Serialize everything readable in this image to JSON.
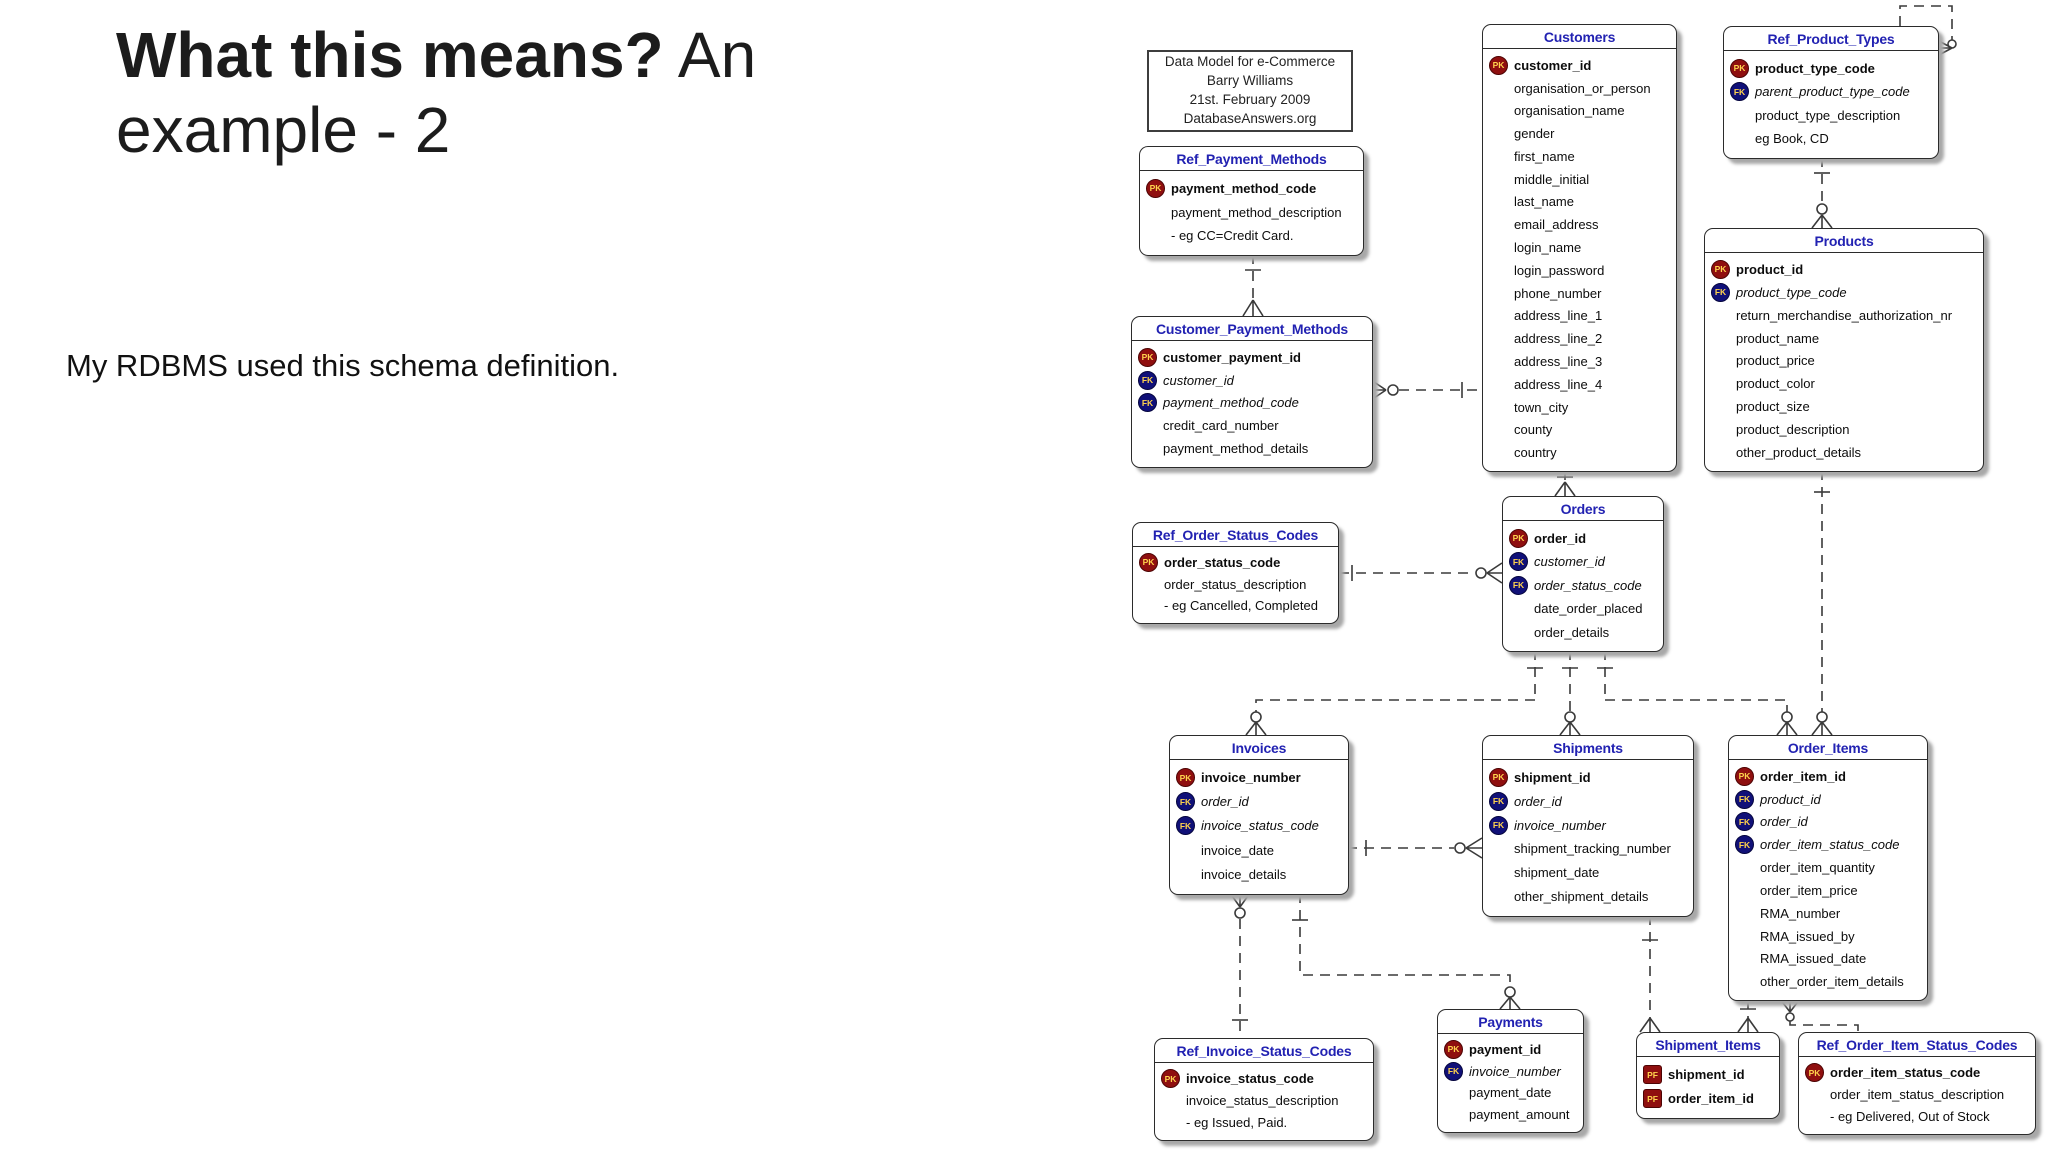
{
  "slide": {
    "title_bold": "What this means?",
    "title_rest": " An example - 2",
    "body_text": "My RDBMS used this schema definition."
  },
  "note_box": {
    "lines": [
      "Data Model for e-Commerce",
      "Barry Williams",
      "21st. February 2009",
      "DatabaseAnswers.org"
    ]
  },
  "colors": {
    "entity_title_blue": "#2222b2",
    "pk_badge_red": "#8f0f0f",
    "fk_badge_blue": "#101078",
    "pf_badge_red": "#8f0f0f",
    "badge_text_yellow": "#ffd34d",
    "connector_gray": "#3a3a3a"
  },
  "legend": {
    "pk_label": "PK",
    "fk_label": "FK",
    "pf_label": "PF"
  },
  "entities": [
    {
      "id": "ref_payment_methods",
      "title": "Ref_Payment_Methods",
      "rows": [
        {
          "k": "pk",
          "t": "payment_method_code"
        },
        {
          "k": "",
          "t": "payment_method_description"
        },
        {
          "k": "",
          "t": "- eg CC=Credit Card."
        }
      ]
    },
    {
      "id": "customer_payment_methods",
      "title": "Customer_Payment_Methods",
      "rows": [
        {
          "k": "pk",
          "t": "customer_payment_id"
        },
        {
          "k": "fk",
          "t": "customer_id"
        },
        {
          "k": "fk",
          "t": "payment_method_code"
        },
        {
          "k": "",
          "t": "credit_card_number"
        },
        {
          "k": "",
          "t": "payment_method_details"
        }
      ]
    },
    {
      "id": "ref_order_status_codes",
      "title": "Ref_Order_Status_Codes",
      "rows": [
        {
          "k": "pk",
          "t": "order_status_code"
        },
        {
          "k": "",
          "t": "order_status_description"
        },
        {
          "k": "",
          "t": "- eg Cancelled, Completed"
        }
      ]
    },
    {
      "id": "customers",
      "title": "Customers",
      "rows": [
        {
          "k": "pk",
          "t": "customer_id"
        },
        {
          "k": "",
          "t": "organisation_or_person"
        },
        {
          "k": "",
          "t": "organisation_name"
        },
        {
          "k": "",
          "t": "gender"
        },
        {
          "k": "",
          "t": "first_name"
        },
        {
          "k": "",
          "t": "middle_initial"
        },
        {
          "k": "",
          "t": "last_name"
        },
        {
          "k": "",
          "t": "email_address"
        },
        {
          "k": "",
          "t": "login_name"
        },
        {
          "k": "",
          "t": "login_password"
        },
        {
          "k": "",
          "t": "phone_number"
        },
        {
          "k": "",
          "t": "address_line_1"
        },
        {
          "k": "",
          "t": "address_line_2"
        },
        {
          "k": "",
          "t": "address_line_3"
        },
        {
          "k": "",
          "t": "address_line_4"
        },
        {
          "k": "",
          "t": "town_city"
        },
        {
          "k": "",
          "t": "county"
        },
        {
          "k": "",
          "t": "country"
        }
      ]
    },
    {
      "id": "ref_product_types",
      "title": "Ref_Product_Types",
      "rows": [
        {
          "k": "pk",
          "t": "product_type_code"
        },
        {
          "k": "fk",
          "t": "parent_product_type_code"
        },
        {
          "k": "",
          "t": "product_type_description"
        },
        {
          "k": "",
          "t": "eg Book, CD"
        }
      ]
    },
    {
      "id": "products",
      "title": "Products",
      "rows": [
        {
          "k": "pk",
          "t": "product_id"
        },
        {
          "k": "fk",
          "t": "product_type_code"
        },
        {
          "k": "",
          "t": "return_merchandise_authorization_nr"
        },
        {
          "k": "",
          "t": "product_name"
        },
        {
          "k": "",
          "t": "product_price"
        },
        {
          "k": "",
          "t": "product_color"
        },
        {
          "k": "",
          "t": "product_size"
        },
        {
          "k": "",
          "t": "product_description"
        },
        {
          "k": "",
          "t": "other_product_details"
        }
      ]
    },
    {
      "id": "orders",
      "title": "Orders",
      "rows": [
        {
          "k": "pk",
          "t": "order_id"
        },
        {
          "k": "fk",
          "t": "customer_id"
        },
        {
          "k": "fk",
          "t": "order_status_code"
        },
        {
          "k": "",
          "t": "date_order_placed"
        },
        {
          "k": "",
          "t": "order_details"
        }
      ]
    },
    {
      "id": "invoices",
      "title": "Invoices",
      "rows": [
        {
          "k": "pk",
          "t": "invoice_number"
        },
        {
          "k": "fk",
          "t": "order_id"
        },
        {
          "k": "fk",
          "t": "invoice_status_code"
        },
        {
          "k": "",
          "t": "invoice_date"
        },
        {
          "k": "",
          "t": "invoice_details"
        }
      ]
    },
    {
      "id": "shipments",
      "title": "Shipments",
      "rows": [
        {
          "k": "pk",
          "t": "shipment_id"
        },
        {
          "k": "fk",
          "t": "order_id"
        },
        {
          "k": "fk",
          "t": "invoice_number"
        },
        {
          "k": "",
          "t": "shipment_tracking_number"
        },
        {
          "k": "",
          "t": "shipment_date"
        },
        {
          "k": "",
          "t": "other_shipment_details"
        }
      ]
    },
    {
      "id": "order_items",
      "title": "Order_Items",
      "rows": [
        {
          "k": "pk",
          "t": "order_item_id"
        },
        {
          "k": "fk",
          "t": "product_id"
        },
        {
          "k": "fk",
          "t": "order_id"
        },
        {
          "k": "fk",
          "t": "order_item_status_code"
        },
        {
          "k": "",
          "t": "order_item_quantity"
        },
        {
          "k": "",
          "t": "order_item_price"
        },
        {
          "k": "",
          "t": "RMA_number"
        },
        {
          "k": "",
          "t": "RMA_issued_by"
        },
        {
          "k": "",
          "t": "RMA_issued_date"
        },
        {
          "k": "",
          "t": "other_order_item_details"
        }
      ]
    },
    {
      "id": "payments",
      "title": "Payments",
      "rows": [
        {
          "k": "pk",
          "t": "payment_id"
        },
        {
          "k": "fk",
          "t": "invoice_number"
        },
        {
          "k": "",
          "t": "payment_date"
        },
        {
          "k": "",
          "t": "payment_amount"
        }
      ]
    },
    {
      "id": "shipment_items",
      "title": "Shipment_Items",
      "rows": [
        {
          "k": "pf",
          "t": "shipment_id"
        },
        {
          "k": "pf",
          "t": "order_item_id"
        }
      ]
    },
    {
      "id": "ref_order_item_status_codes",
      "title": "Ref_Order_Item_Status_Codes",
      "rows": [
        {
          "k": "pk",
          "t": "order_item_status_code"
        },
        {
          "k": "",
          "t": "order_item_status_description"
        },
        {
          "k": "",
          "t": "- eg Delivered, Out of Stock"
        }
      ]
    },
    {
      "id": "ref_invoice_status_codes",
      "title": "Ref_Invoice_Status_Codes",
      "rows": [
        {
          "k": "pk",
          "t": "invoice_status_code"
        },
        {
          "k": "",
          "t": "invoice_status_description"
        },
        {
          "k": "",
          "t": "- eg Issued, Paid."
        }
      ]
    }
  ]
}
